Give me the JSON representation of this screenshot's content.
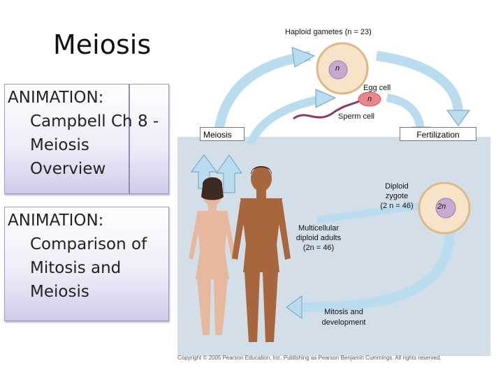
{
  "slide": {
    "title": "Meiosis"
  },
  "animations": [
    {
      "lines": [
        "ANIMATION:",
        "Campbell Ch 8 -",
        "Meiosis",
        "Overview"
      ]
    },
    {
      "lines": [
        "ANIMATION:",
        "Comparison of",
        "Mitosis and",
        "Meiosis"
      ]
    }
  ],
  "figure": {
    "haploid_gametes": "Haploid gametes (n = 23)",
    "egg_cell_label": "Egg cell",
    "egg_cell_ploidy": "n",
    "sperm_cell_label": "Sperm cell",
    "sperm_cell_ploidy": "n",
    "meiosis_label": "Meiosis",
    "fertilization_label": "Fertilization",
    "zygote_lines": [
      "Diploid",
      "zygote",
      "(2 n = 46)"
    ],
    "zygote_ploidy": "2n",
    "adults_lines": [
      "Multicellular",
      "diploid adults",
      "(2n = 46)"
    ],
    "mitosis_lines": [
      "Mitosis and",
      "development"
    ],
    "copyright": "Copyright © 2005 Pearson Education, Inc. Publishing as Pearson Benjamin Cummings. All rights reserved."
  },
  "colors": {
    "arrow": "#b9dcef",
    "arrow_stroke": "#6c9fc0",
    "egg_fill": "#f7e3c8",
    "nucleus_fill": "#c9a9d2",
    "sperm_head": "#e9868a",
    "sperm_tail": "#8a3a62",
    "skin_female": "#e6b89e",
    "skin_male": "#a8663f"
  }
}
